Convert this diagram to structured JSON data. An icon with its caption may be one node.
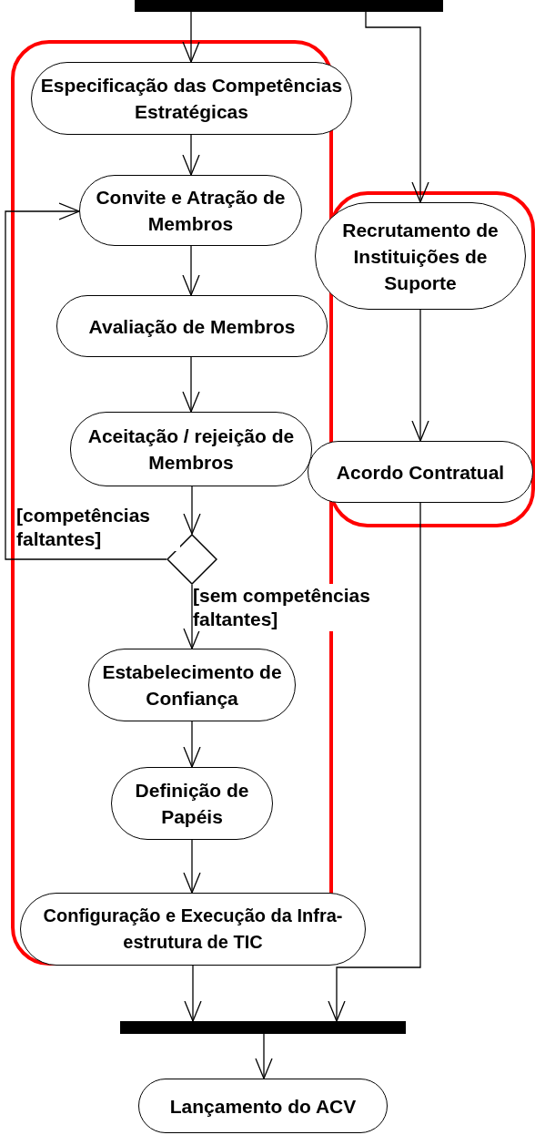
{
  "diagram": {
    "nodes": [
      {
        "text": [],
        "shape": "bar"
      },
      {
        "text": [
          "Especificação das Competências Estratégicas"
        ]
      },
      {
        "text": [
          "Convite e Atração de Membros"
        ]
      },
      {
        "text": [
          "Avaliação de Membros"
        ]
      },
      {
        "text": [
          "Aceitação / rejeição de Membros"
        ]
      },
      {
        "text": [],
        "shape": "diamond"
      },
      {
        "text": [
          "Estabelecimento de Confiança"
        ]
      },
      {
        "text": [
          "Definição de Papéis"
        ]
      },
      {
        "text": [
          "Configuração e Execução da Infra-estrutura de TIC"
        ]
      },
      {
        "text": [
          "Recrutamento de Instituições de Suporte"
        ]
      },
      {
        "text": [
          "Acordo Contratual"
        ]
      },
      {
        "text": [],
        "shape": "bar"
      },
      {
        "text": [
          "Lançamento do ACV"
        ]
      }
    ],
    "edges": [
      {
        "from": 0,
        "to": 1,
        "arrow": "to"
      },
      {
        "from": 0,
        "to": 9,
        "arrow": "to"
      },
      {
        "from": 1,
        "to": 2,
        "arrow": "to"
      },
      {
        "from": 2,
        "to": 3,
        "arrow": "to"
      },
      {
        "from": 3,
        "to": 4,
        "arrow": "to"
      },
      {
        "from": 4,
        "to": 5,
        "arrow": "to"
      },
      {
        "from": 5,
        "to": 2,
        "arrow": "to",
        "label": "[competências faltantes]"
      },
      {
        "from": 5,
        "to": 6,
        "arrow": "to",
        "label": "[sem competências faltantes]"
      },
      {
        "from": 6,
        "to": 7,
        "arrow": "to"
      },
      {
        "from": 7,
        "to": 8,
        "arrow": "to"
      },
      {
        "from": 9,
        "to": 10,
        "arrow": "to"
      },
      {
        "from": 8,
        "to": 11,
        "arrow": "to"
      },
      {
        "from": 10,
        "to": 11,
        "arrow": "to"
      },
      {
        "from": 11,
        "to": 12,
        "arrow": "to"
      }
    ]
  }
}
